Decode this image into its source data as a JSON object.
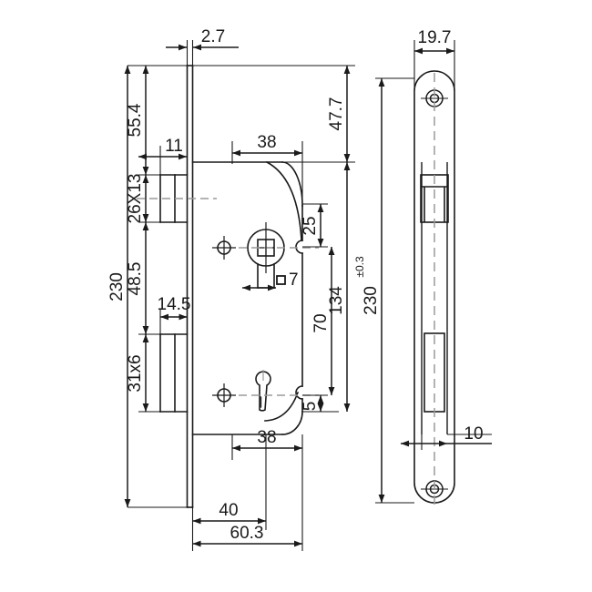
{
  "drawing": {
    "title": "Mortise Lock Body - Technical Dimension Drawing",
    "units": "mm",
    "line_color": "#1a1a1a",
    "centerline_color": "#9a9a9a",
    "background": "#ffffff"
  },
  "views": {
    "front": {
      "name": "front-elevation-view",
      "dimensions": {
        "faceplate_thickness": "2.7",
        "top_to_latch": "55.4",
        "latch_window": "26X13",
        "latch_projection": "11",
        "case_top_offset": "47.7",
        "case_width_inner": "38",
        "spindle_to_latch": "25",
        "spindle_square": "7",
        "center_distance": "134",
        "backset_chain": "70",
        "deadbolt_drop": "5",
        "latch_to_bolt": "48.5",
        "deadbolt_window": "31x6",
        "deadbolt_projection": "14.5",
        "overall_length": "230",
        "keyhole_backset": "38",
        "backset": "40",
        "overall_depth": "60.3"
      }
    },
    "side": {
      "name": "side-faceplate-view",
      "dimensions": {
        "faceplate_width": "19.7",
        "overall_length": "230",
        "tolerance": "±0.3",
        "case_thickness": "10"
      }
    }
  },
  "labels": {
    "d_2_7": "2.7",
    "d_55_4": "55.4",
    "d_26x13": "26X13",
    "d_11": "11",
    "d_47_7": "47.7",
    "d_38_top": "38",
    "d_25": "25",
    "d_7": "7",
    "d_134": "134",
    "d_70": "70",
    "d_5": "5",
    "d_48_5": "48.5",
    "d_31x6": "31x6",
    "d_14_5": "14.5",
    "d_230": "230",
    "d_38_bottom": "38",
    "d_40": "40",
    "d_60_3": "60.3",
    "d_19_7": "19.7",
    "d_230_tol": "230",
    "d_tol": "±0.3",
    "d_10": "10"
  }
}
